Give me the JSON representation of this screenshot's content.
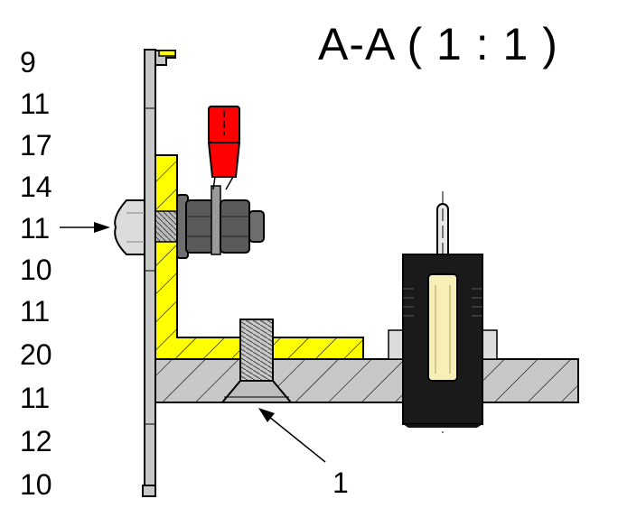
{
  "title": "A-A ( 1 : 1 )",
  "left_numbers": [
    "9",
    "11",
    "17",
    "14",
    "11",
    "10",
    "11",
    "20",
    "11",
    "12",
    "10"
  ],
  "callout": "1",
  "colors": {
    "bracket_yellow": "#ffff00",
    "terminal_red": "#ff0000",
    "insulator_cream": "#f7efb8",
    "connector_body": "#1a1a1a",
    "steel_grey": "#c8c8c8",
    "nut_grey": "#5a5a5a",
    "hatch_line": "#000000"
  },
  "icons": [
    "leader-arrow",
    "section-hatch"
  ]
}
